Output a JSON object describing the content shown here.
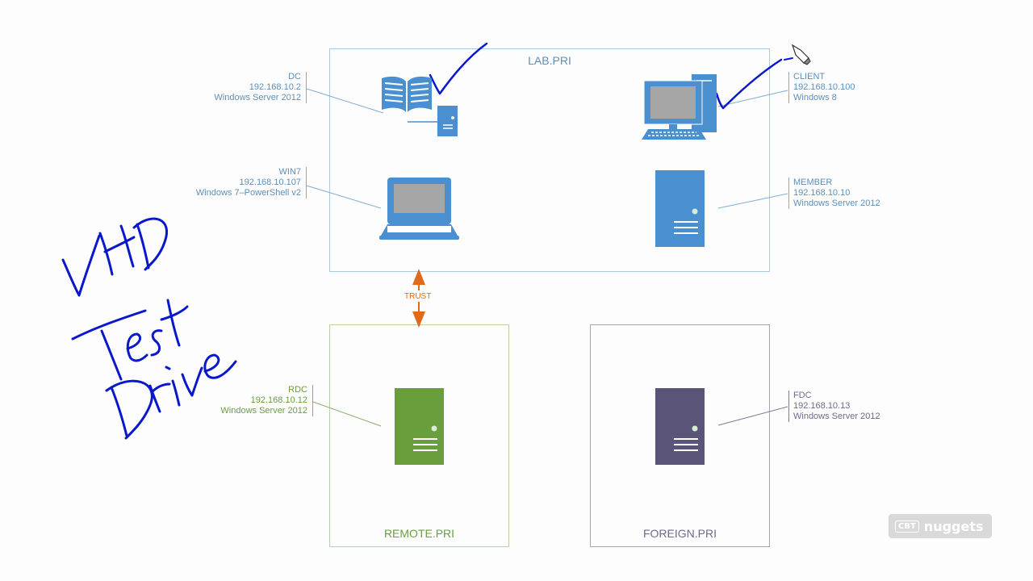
{
  "colors": {
    "lab": "#7fb0d3",
    "lab_text": "#5d8fb8",
    "lab_icon": "#4a8fd0",
    "remote": "#86b06e",
    "remote_icon": "#6a9e3d",
    "foreign": "#7f7a9a",
    "foreign_icon": "#5a5478",
    "trust": "#e06a1b",
    "ink": "#0a18cc"
  },
  "domains": {
    "lab": {
      "title": "LAB.PRI"
    },
    "remote": {
      "title": "REMOTE.PRI"
    },
    "foreign": {
      "title": "FOREIGN.PRI"
    }
  },
  "hosts": {
    "dc": {
      "name": "DC",
      "ip": "192.168.10.2",
      "os": "Windows Server 2012",
      "icon": "directory-book-server-icon"
    },
    "client": {
      "name": "CLIENT",
      "ip": "192.168.10.100",
      "os": "Windows 8",
      "icon": "desktop-computer-icon"
    },
    "win7": {
      "name": "WIN7",
      "ip": "192.168.10.107",
      "os": "Windows 7–PowerShell v2",
      "icon": "laptop-icon"
    },
    "member": {
      "name": "MEMBER",
      "ip": "192.168.10.10",
      "os": "Windows Server 2012",
      "icon": "server-tower-icon"
    },
    "rdc": {
      "name": "RDC",
      "ip": "192.168.10.12",
      "os": "Windows Server 2012",
      "icon": "server-tower-icon"
    },
    "fdc": {
      "name": "FDC",
      "ip": "192.168.10.13",
      "os": "Windows Server 2012",
      "icon": "server-tower-icon"
    }
  },
  "trust": {
    "label": "TRUST"
  },
  "annotation": {
    "lines": [
      "VHD",
      "Test",
      "Drive"
    ],
    "icon": "handwritten-annotation"
  },
  "logo": {
    "cbt": "CBT",
    "name": "nuggets"
  }
}
